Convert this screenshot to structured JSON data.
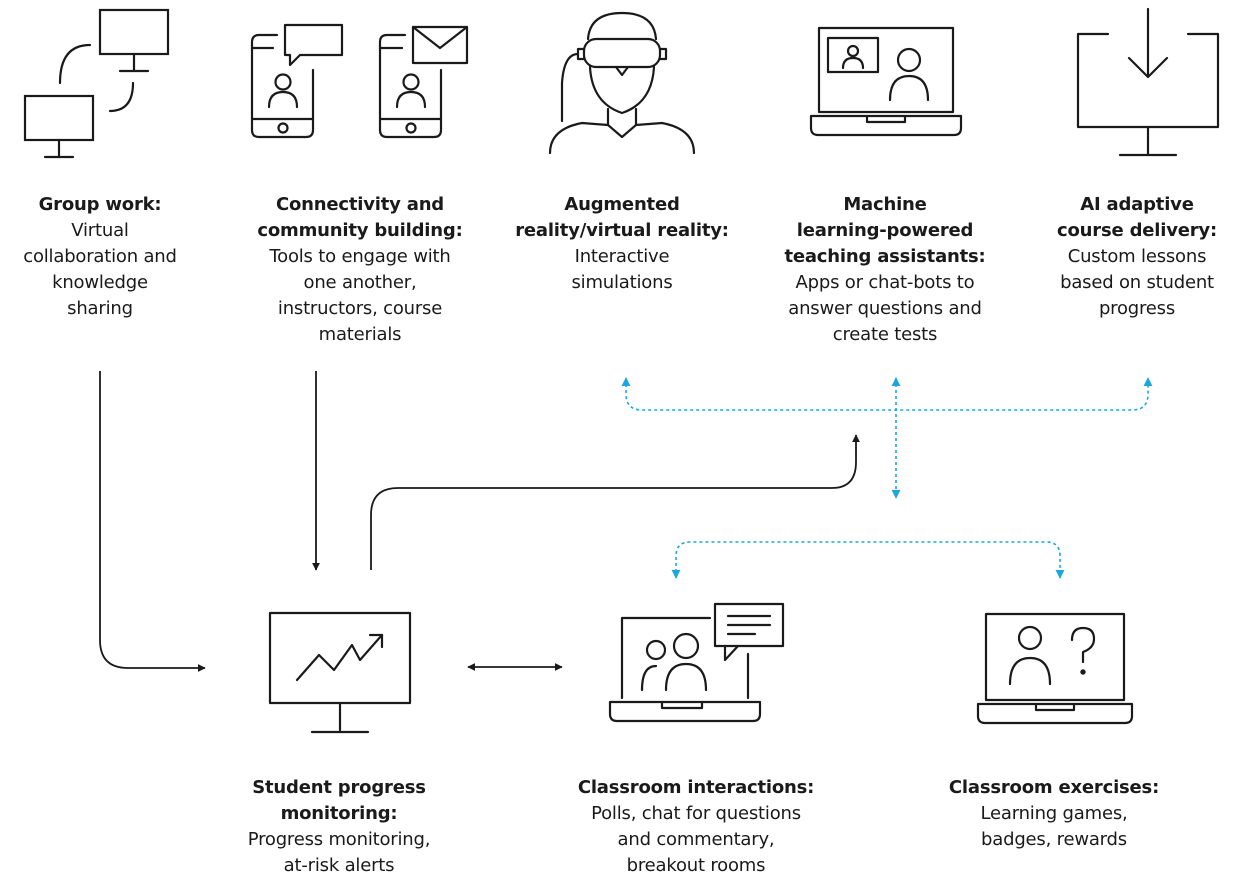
{
  "colors": {
    "ink": "#1a1a1a",
    "link": "#1aa7e0"
  },
  "top_row": [
    {
      "icon": "networked-monitors-icon",
      "title": "Group work:",
      "description": "Virtual\ncollaboration and\nknowledge\nsharing"
    },
    {
      "icon": "smartphones-messaging-icon",
      "title": "Connectivity and\ncommunity building:",
      "description": "Tools to engage with\none another,\ninstructors, course\nmaterials"
    },
    {
      "icon": "vr-headset-person-icon",
      "title": "Augmented\nreality/virtual reality:",
      "description": "Interactive\nsimulations"
    },
    {
      "icon": "laptop-video-call-icon",
      "title": "Machine\nlearning-powered\nteaching assistants:",
      "description": "Apps or chat-bots to\nanswer questions and\ncreate tests"
    },
    {
      "icon": "monitor-download-icon",
      "title": "AI adaptive\ncourse delivery:",
      "description": "Custom lessons\nbased on student\nprogress"
    }
  ],
  "bottom_row": [
    {
      "icon": "monitor-progress-chart-icon",
      "title": "Student progress\nmonitoring:",
      "description": "Progress monitoring,\nat-risk alerts"
    },
    {
      "icon": "laptop-group-chat-icon",
      "title": "Classroom interactions:",
      "description": "Polls, chat for questions\nand commentary,\nbreakout rooms"
    },
    {
      "icon": "laptop-question-icon",
      "title": "Classroom exercises:",
      "description": "Learning games,\nbadges, rewards"
    }
  ]
}
